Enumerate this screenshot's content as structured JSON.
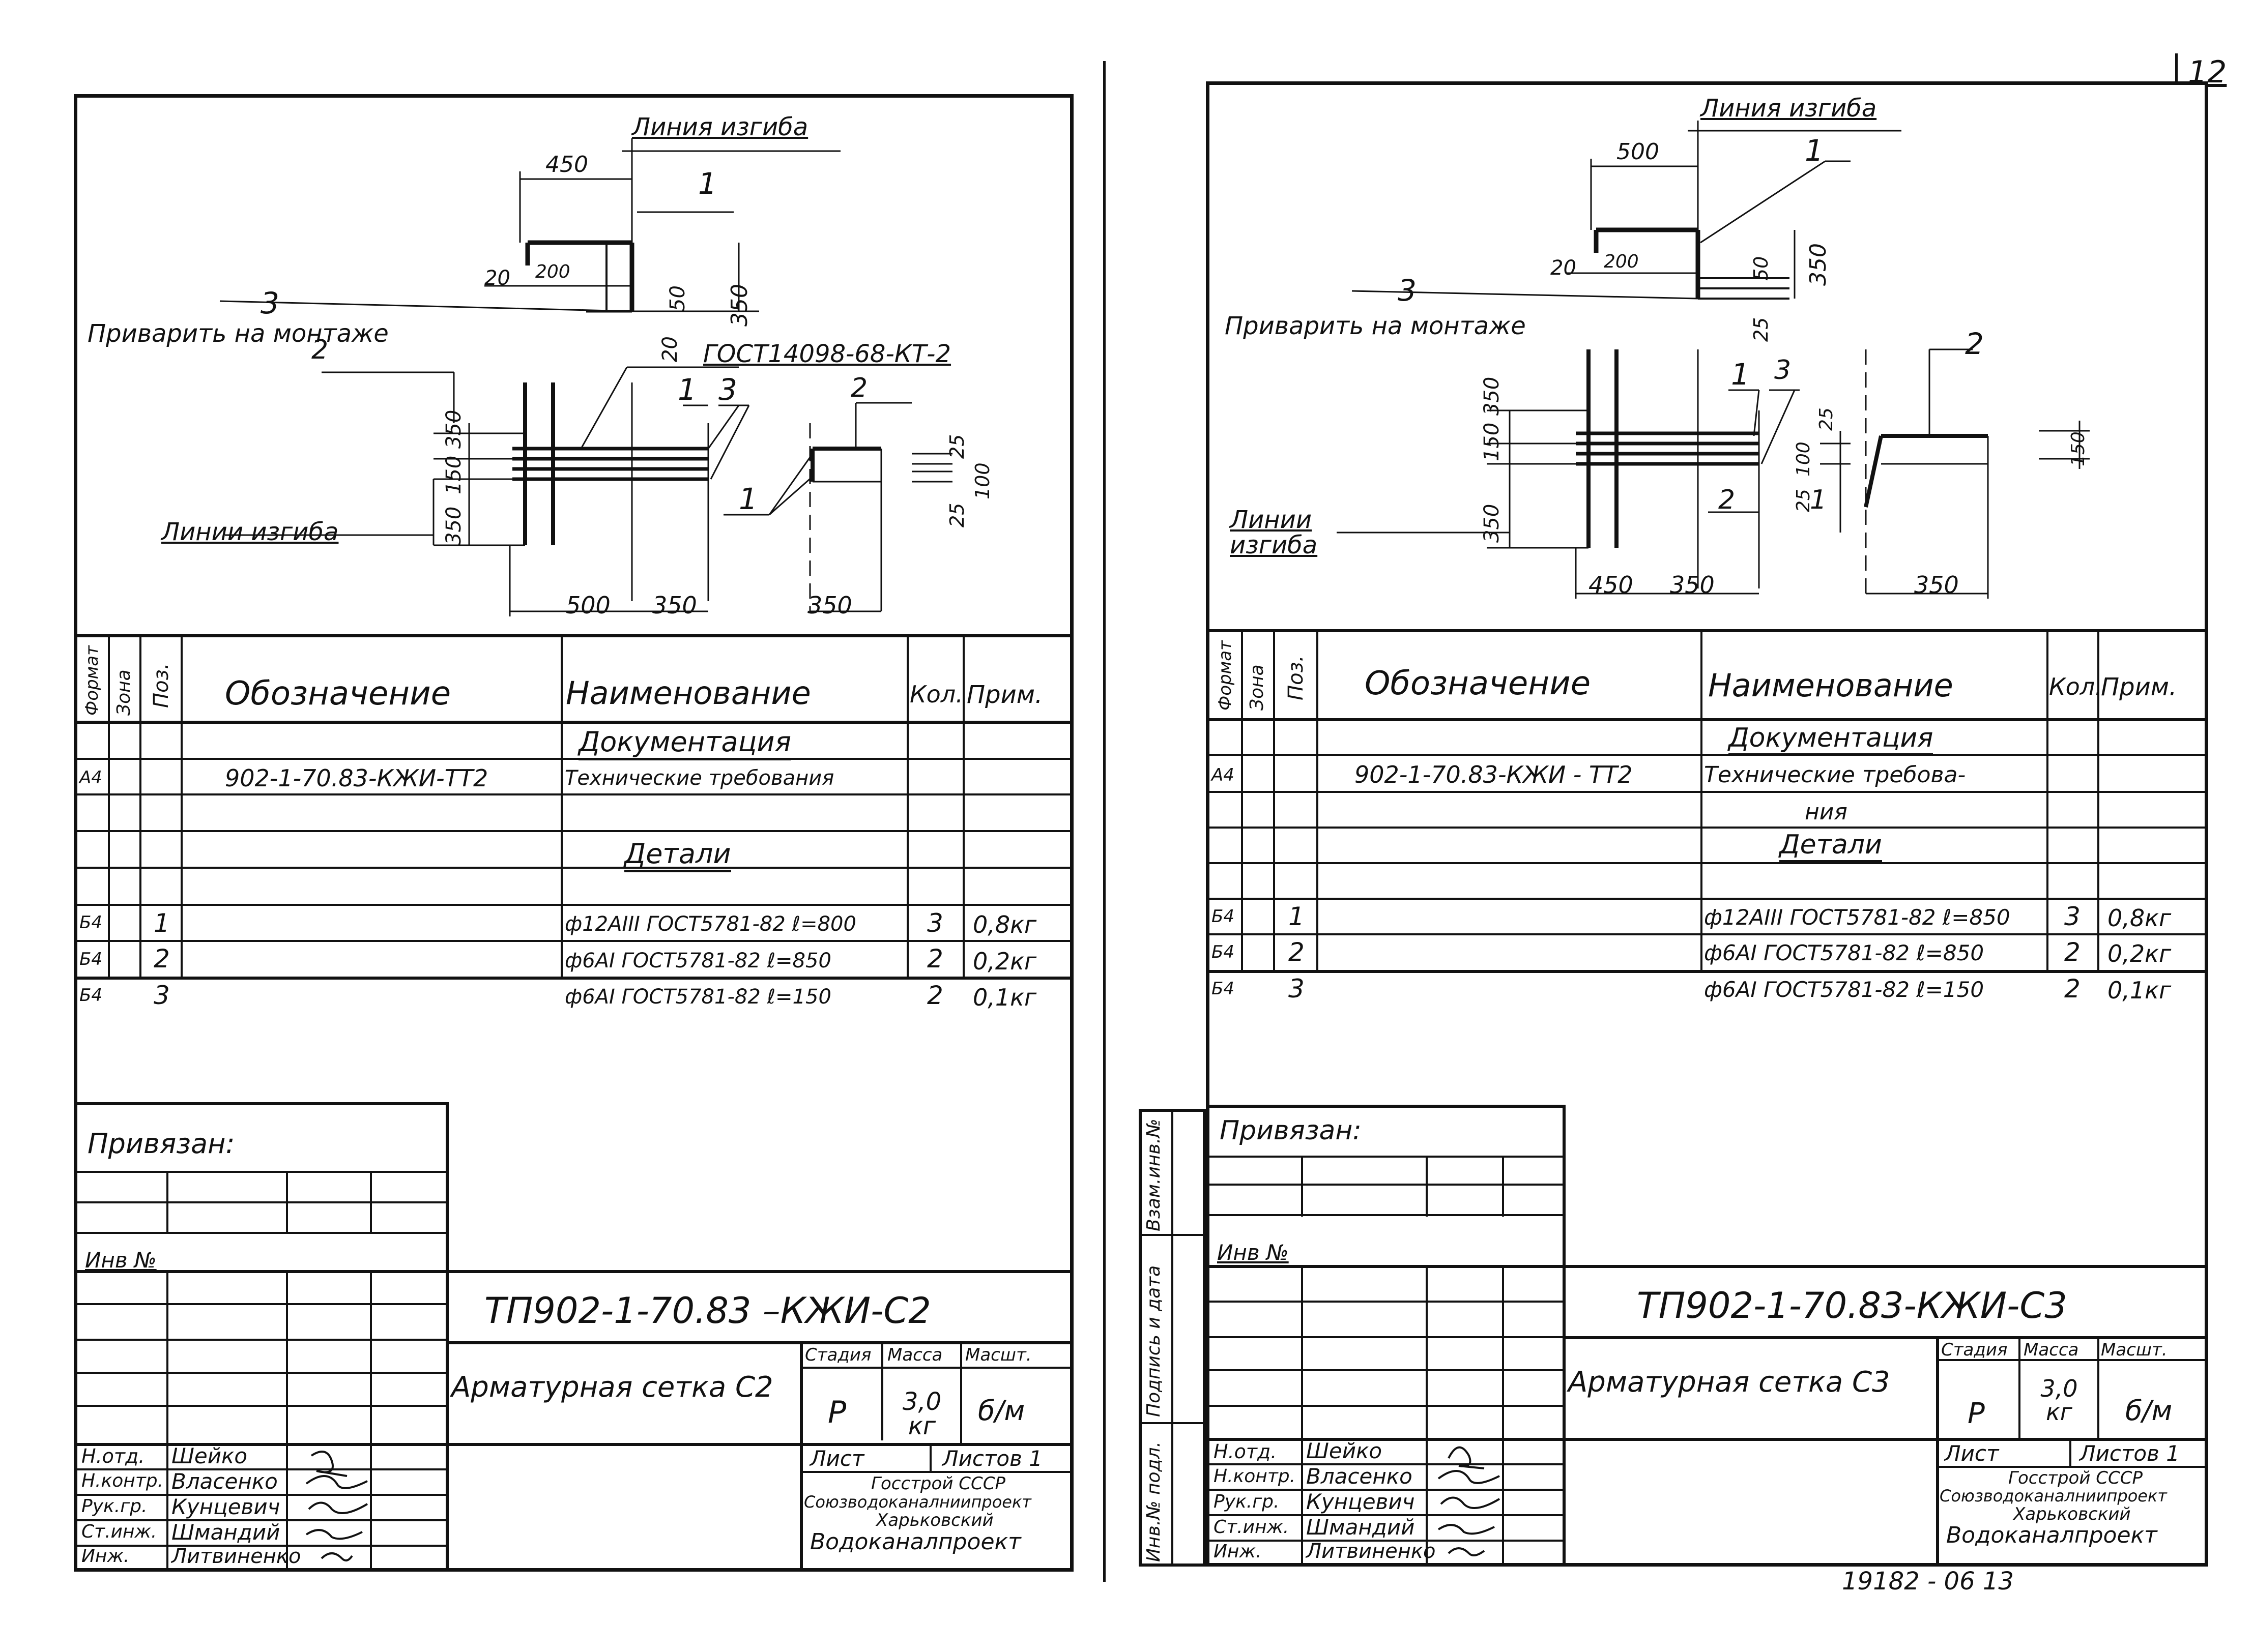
{
  "page_number": "12",
  "sheet_footer": "19182 - 06   13",
  "sheets": [
    {
      "id": "C2",
      "drawing": {
        "bend_line_top": "Линия изгиба",
        "bend_lines_bottom": "Линии изгиба",
        "weld_note": "Приварить на монтаже",
        "gost_note": "ГОСТ14098-68-КТ-2",
        "positions": [
          "1",
          "2",
          "3"
        ],
        "dims_top": [
          "450",
          "20",
          "200",
          "50",
          "350",
          "20"
        ],
        "dims_side": [
          "350",
          "150",
          "350"
        ],
        "dims_bottom": [
          "500",
          "350",
          "350"
        ],
        "dims_detail": [
          "25",
          "100",
          "25"
        ]
      },
      "table": {
        "headers": [
          "Формат",
          "Зона",
          "Поз.",
          "Обозначение",
          "Наименование",
          "Кол.",
          "Прим."
        ],
        "section_docs": "Документация",
        "doc_row": {
          "format": "А4",
          "designation": "902-1-70.83-КЖИ-ТТ2",
          "name": "Технические требования"
        },
        "section_parts": "Детали",
        "rows": [
          {
            "format": "Б4",
            "pos": "1",
            "name": "ф12АIII ГОСТ5781-82 ℓ=800",
            "qty": "3",
            "note": "0,8кг"
          },
          {
            "format": "Б4",
            "pos": "2",
            "name": "ф6АI ГОСТ5781-82 ℓ=850",
            "qty": "2",
            "note": "0,2кг"
          },
          {
            "format": "Б4",
            "pos": "3",
            "name": "ф6АI ГОСТ5781-82 ℓ=150",
            "qty": "2",
            "note": "0,1кг"
          }
        ]
      },
      "title_block": {
        "privyazan": "Привязан:",
        "inv": "Инв №",
        "code": "ТП902-1-70.83 –КЖИ-С2",
        "title": "Арматурная сетка С2",
        "stage_label": "Стадия",
        "mass_label": "Масса",
        "scale_label": "Масшт.",
        "stage": "Р",
        "mass": "3,0 кг",
        "scale": "б/м",
        "sheet_label": "Лист",
        "sheets_label": "Листов 1",
        "org": [
          "Госстрой СССР",
          "Союзводоканалниипроект",
          "Харьковский",
          "Водоканалпроект"
        ],
        "staff": [
          {
            "role": "Н.отд.",
            "name": "Шейко"
          },
          {
            "role": "Н.контр.",
            "name": "Власенко"
          },
          {
            "role": "Рук.гр.",
            "name": "Кунцевич"
          },
          {
            "role": "Ст.инж.",
            "name": "Шмандий"
          },
          {
            "role": "Инж.",
            "name": "Литвиненко"
          }
        ]
      }
    },
    {
      "id": "C3",
      "drawing": {
        "bend_line_top": "Линия изгиба",
        "bend_lines_bottom": "Линии изгиба",
        "weld_note": "Приварить на монтаже",
        "positions": [
          "1",
          "2",
          "3"
        ],
        "dims_top": [
          "500",
          "20",
          "200",
          "50",
          "350",
          "25"
        ],
        "dims_side": [
          "350",
          "150",
          "350"
        ],
        "dims_bottom": [
          "450",
          "350",
          "350"
        ],
        "dims_detail": [
          "25",
          "100",
          "25",
          "150"
        ]
      },
      "table": {
        "headers": [
          "Формат",
          "Зона",
          "Поз.",
          "Обозначение",
          "Наименование",
          "Кол.",
          "Прим."
        ],
        "section_docs": "Документация",
        "doc_row": {
          "format": "А4",
          "designation": "902-1-70.83-КЖИ - ТТ2",
          "name": "Технические требова-",
          "name_cont": "ния"
        },
        "section_parts": "Детали",
        "rows": [
          {
            "format": "Б4",
            "pos": "1",
            "name": "ф12АIII ГОСТ5781-82 ℓ=850",
            "qty": "3",
            "note": "0,8кг"
          },
          {
            "format": "Б4",
            "pos": "2",
            "name": "ф6АI ГОСТ5781-82 ℓ=850",
            "qty": "2",
            "note": "0,2кг"
          },
          {
            "format": "Б4",
            "pos": "3",
            "name": "ф6АI ГОСТ5781-82 ℓ=150",
            "qty": "2",
            "note": "0,1кг"
          }
        ]
      },
      "side_stamp": [
        "Инв.№ подл.",
        "Подпись и дата",
        "Взам.инв.№"
      ],
      "title_block": {
        "privyazan": "Привязан:",
        "inv": "Инв №",
        "code": "ТП902-1-70.83-КЖИ-С3",
        "title": "Арматурная сетка С3",
        "stage_label": "Стадия",
        "mass_label": "Масса",
        "scale_label": "Масшт.",
        "stage": "Р",
        "mass": "3,0 кг",
        "scale": "б/м",
        "sheet_label": "Лист",
        "sheets_label": "Листов 1",
        "org": [
          "Госстрой СССР",
          "Союзводоканалниипроект",
          "Харьковский",
          "Водоканалпроект"
        ],
        "staff": [
          {
            "role": "Н.отд.",
            "name": "Шейко"
          },
          {
            "role": "Н.контр.",
            "name": "Власенко"
          },
          {
            "role": "Рук.гр.",
            "name": "Кунцевич"
          },
          {
            "role": "Ст.инж.",
            "name": "Шмандий"
          },
          {
            "role": "Инж.",
            "name": "Литвиненко"
          }
        ]
      }
    }
  ]
}
